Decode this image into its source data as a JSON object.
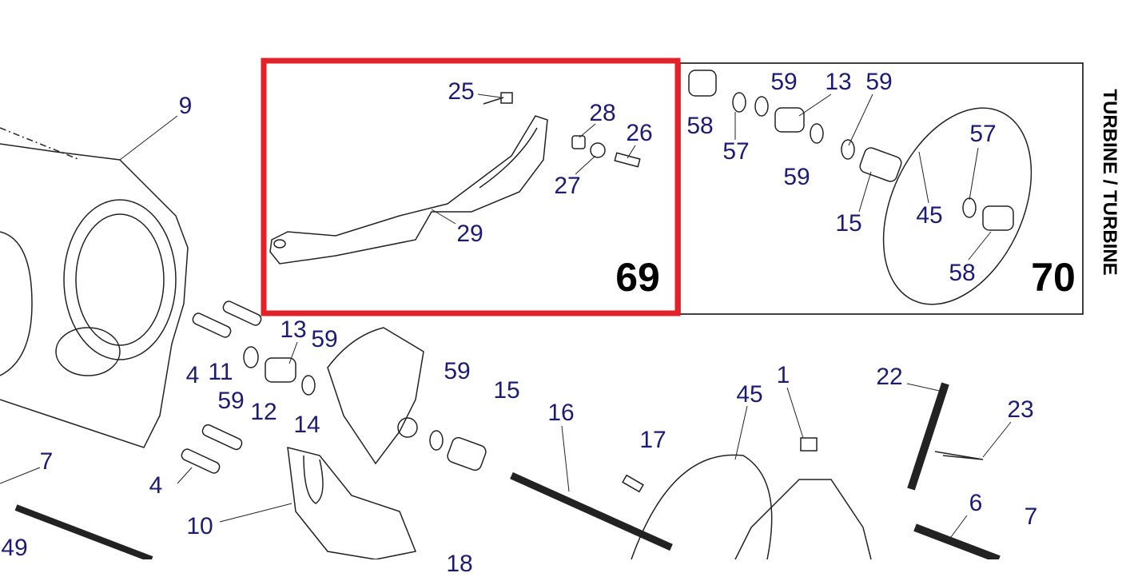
{
  "side_title": "TURBINE / TURBINE",
  "highlight_color": "#e32129",
  "label_color": "#1c1c78",
  "insets": [
    {
      "number": "69",
      "highlighted": true,
      "callouts": [
        "25",
        "28",
        "26",
        "27",
        "29"
      ]
    },
    {
      "number": "70",
      "highlighted": false,
      "callouts": [
        "58",
        "57",
        "59",
        "13",
        "59",
        "59",
        "57",
        "45",
        "15",
        "58"
      ]
    }
  ],
  "main_callouts": [
    "9",
    "13",
    "59",
    "4",
    "11",
    "59",
    "12",
    "14",
    "59",
    "15",
    "16",
    "17",
    "45",
    "1",
    "22",
    "23",
    "7",
    "4",
    "10",
    "49",
    "18",
    "6",
    "7"
  ]
}
